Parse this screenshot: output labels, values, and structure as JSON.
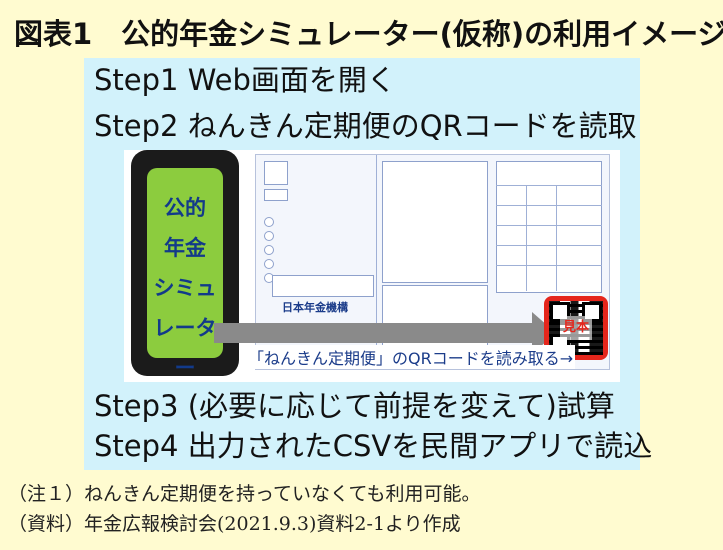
{
  "title": "図表1　公的年金シミュレーター(仮称)の利用イメージ",
  "steps": {
    "step1": "Step1 Web画面を開く",
    "step2": "Step2  ねんきん定期便のQRコードを読取",
    "step3": "Step3 (必要に応じて前提を変えて)試算",
    "step4": "Step4  出力されたCSVを民間アプリで読込"
  },
  "phone": {
    "lines": [
      "公的",
      "年金",
      "シミュ",
      "レーター"
    ]
  },
  "illustration": {
    "qr_caption": "「ねんきん定期便」のQRコードを読み取る→",
    "qr_stamp": "見本",
    "logo": "日本年金機構"
  },
  "notes": {
    "note1": "（注１）ねんきん定期便を持っていなくても利用可能。",
    "note2": "（資料）年金広報検討会(2021.9.3)資料2-1より作成"
  },
  "colors": {
    "background": "#fffbd0",
    "panel": "#d2f2fb",
    "phone_screen": "#8ccc3e",
    "qr_frame": "#e5261c",
    "arrow": "#8a8a8a"
  }
}
